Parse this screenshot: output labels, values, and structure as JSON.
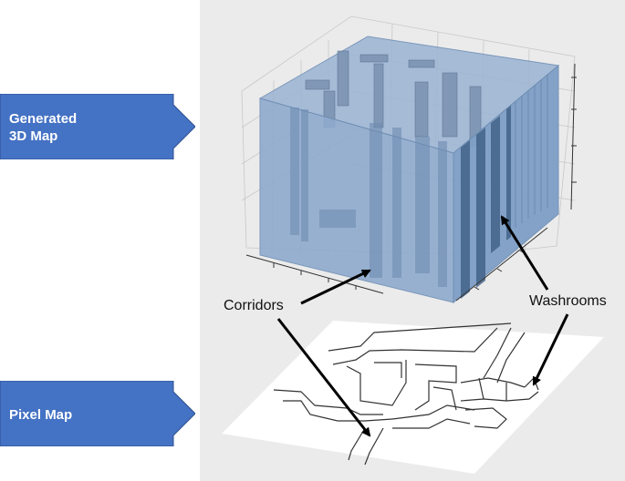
{
  "arrows": {
    "generated_line1": "Generated",
    "generated_line2": "3D Map",
    "pixel_map": "Pixel Map"
  },
  "callouts": {
    "corridors": "Corridors",
    "washrooms": "Washrooms"
  },
  "colors": {
    "arrow_fill": "#4472c4",
    "arrow_stroke": "#2f528f",
    "box_fill": "#7f9fc6",
    "panel_bg": "#ebebeb"
  }
}
